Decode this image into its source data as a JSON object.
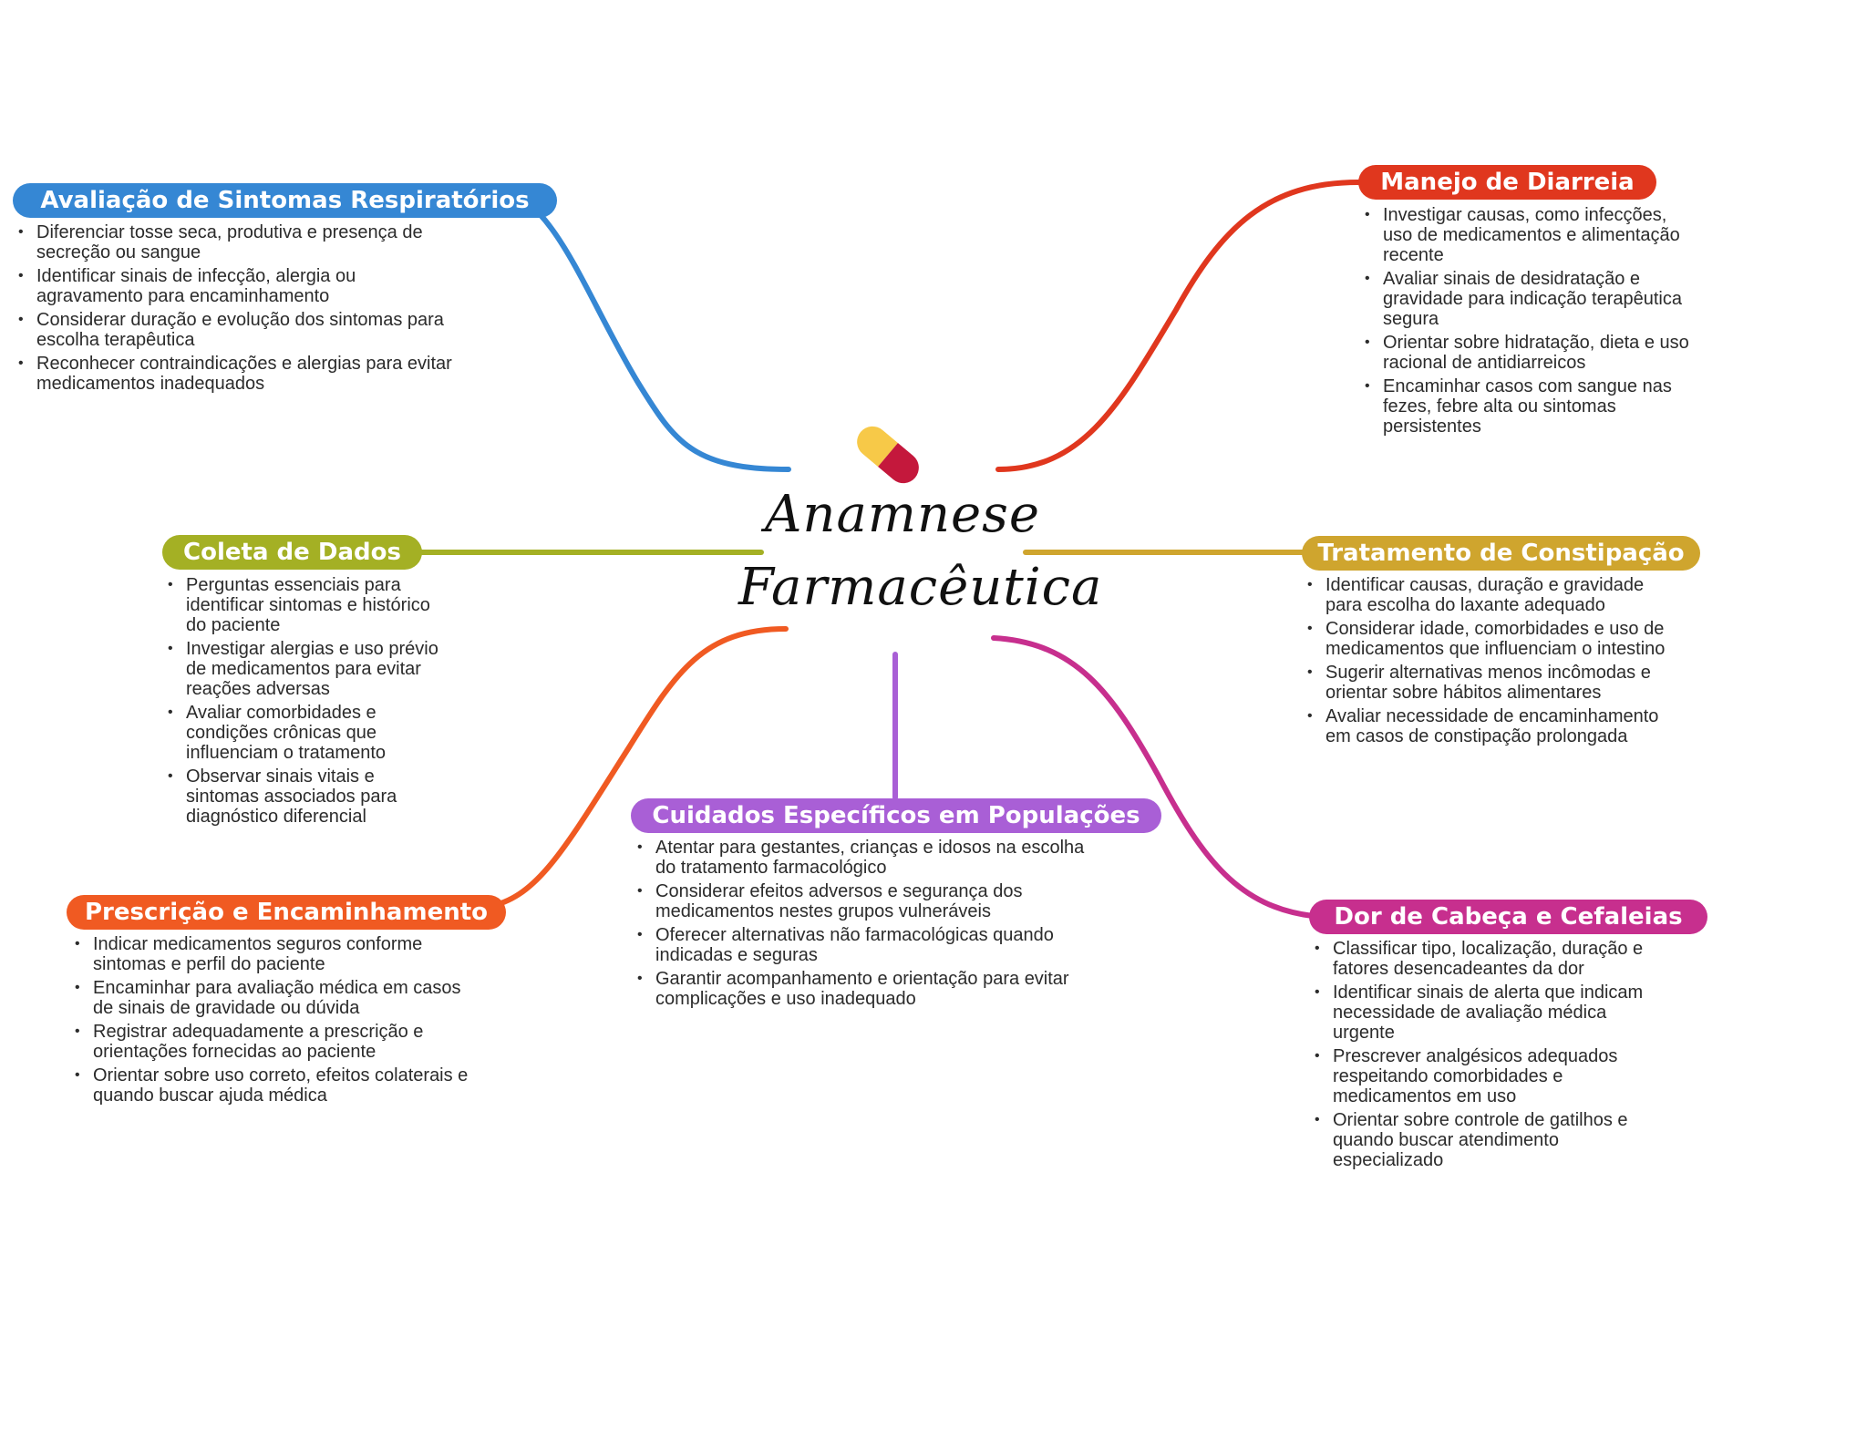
{
  "center": {
    "line1": "Anamnese",
    "line2": "Farmacêutica",
    "icon": "pill-capsule-icon"
  },
  "branches": [
    {
      "key": "respiratorios",
      "title": "Avaliação de Sintomas Respiratórios",
      "color": "#3587d4",
      "items": [
        "Diferenciar tosse seca, produtiva e presença de secreção ou sangue",
        "Identificar sinais de infecção, alergia ou agravamento para encaminhamento",
        "Considerar duração e evolução dos sintomas para escolha terapêutica",
        "Reconhecer contraindicações e alergias para evitar medicamentos inadequados"
      ]
    },
    {
      "key": "coleta",
      "title": "Coleta de Dados",
      "color": "#a4b024",
      "items": [
        "Perguntas essenciais para identificar sintomas e histórico do paciente",
        "Investigar alergias e uso prévio de medicamentos para evitar reações adversas",
        "Avaliar comorbidades e condições crônicas que influenciam o tratamento",
        "Observar sinais vitais e sintomas associados para diagnóstico diferencial"
      ]
    },
    {
      "key": "prescricao",
      "title": "Prescrição e Encaminhamento",
      "color": "#f05a22",
      "items": [
        "Indicar medicamentos seguros conforme sintomas e perfil do paciente",
        "Encaminhar para avaliação médica em casos de sinais de gravidade ou dúvida",
        "Registrar adequadamente a prescrição e orientações fornecidas ao paciente",
        "Orientar sobre uso correto, efeitos colaterais e quando buscar ajuda médica"
      ]
    },
    {
      "key": "populacoes",
      "title": "Cuidados Específicos em Populações",
      "color": "#a95fd6",
      "items": [
        "Atentar para gestantes, crianças e idosos na escolha do tratamento farmacológico",
        "Considerar efeitos adversos e segurança dos medicamentos nestes grupos vulneráveis",
        "Oferecer alternativas não farmacológicas quando indicadas e seguras",
        "Garantir acompanhamento e orientação para evitar complicações e uso inadequado"
      ]
    },
    {
      "key": "diarreia",
      "title": "Manejo de Diarreia",
      "color": "#e0371e",
      "items": [
        "Investigar causas, como infecções, uso de medicamentos e alimentação recente",
        "Avaliar sinais de desidratação e gravidade para indicação terapêutica segura",
        "Orientar sobre hidratação, dieta e uso racional de antidiarreicos",
        "Encaminhar casos com sangue nas fezes, febre alta ou sintomas persistentes"
      ]
    },
    {
      "key": "constipacao",
      "title": "Tratamento de Constipação",
      "color": "#cfa52e",
      "items": [
        "Identificar causas, duração e gravidade para escolha do laxante adequado",
        "Considerar idade, comorbidades e uso de medicamentos que influenciam o intestino",
        "Sugerir alternativas menos incômodas e orientar sobre hábitos alimentares",
        "Avaliar necessidade de encaminhamento em casos de constipação prolongada"
      ]
    },
    {
      "key": "cefaleia",
      "title": "Dor de Cabeça e Cefaleias",
      "color": "#c72f8e",
      "items": [
        "Classificar tipo, localização, duração e fatores desencadeantes da dor",
        "Identificar sinais de alerta que indicam necessidade de avaliação médica urgente",
        "Prescrever analgésicos adequados respeitando comorbidades e medicamentos em uso",
        "Orientar sobre controle de gatilhos e quando buscar atendimento especializado"
      ]
    }
  ]
}
